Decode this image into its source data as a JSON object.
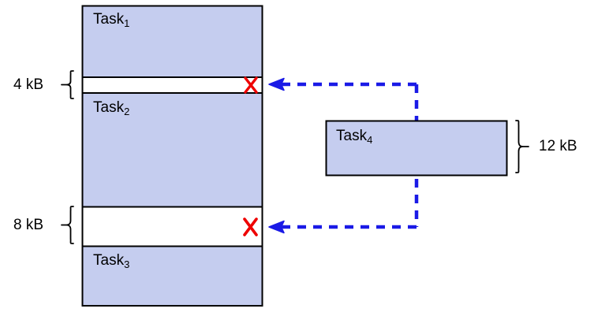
{
  "diagram": {
    "title": "memory-fragmentation-diagram",
    "colors": {
      "task_fill": "#c5cdef",
      "task_stroke": "#000000",
      "arrow": "#1a1ae6",
      "reject_mark": "#ee0000",
      "background": "#ffffff",
      "text": "#000000"
    }
  },
  "memory": {
    "blocks": [
      {
        "id": "task1",
        "name": "Task",
        "subscript": "1",
        "kind": "occupied"
      },
      {
        "id": "hole1",
        "name": "",
        "subscript": "",
        "kind": "free",
        "size_label": "4 kB"
      },
      {
        "id": "task2",
        "name": "Task",
        "subscript": "2",
        "kind": "occupied"
      },
      {
        "id": "hole2",
        "name": "",
        "subscript": "",
        "kind": "free",
        "size_label": "8 kB"
      },
      {
        "id": "task3",
        "name": "Task",
        "subscript": "3",
        "kind": "occupied"
      }
    ],
    "hole_labels": [
      {
        "id": "hole1-label",
        "text": "4 kB"
      },
      {
        "id": "hole2-label",
        "text": "8 kB"
      }
    ],
    "reject_marks": [
      {
        "id": "reject-hole1",
        "glyph": "X"
      },
      {
        "id": "reject-hole2",
        "glyph": "X"
      }
    ]
  },
  "incoming_task": {
    "name": "Task",
    "subscript": "4",
    "size_label": "12 kB"
  },
  "labels": {
    "task1": "Task",
    "task1_sub": "1",
    "task2": "Task",
    "task2_sub": "2",
    "task3": "Task",
    "task3_sub": "3",
    "task4": "Task",
    "task4_sub": "4",
    "hole1_size": "4 kB",
    "hole2_size": "8 kB",
    "task4_size": "12 kB"
  }
}
